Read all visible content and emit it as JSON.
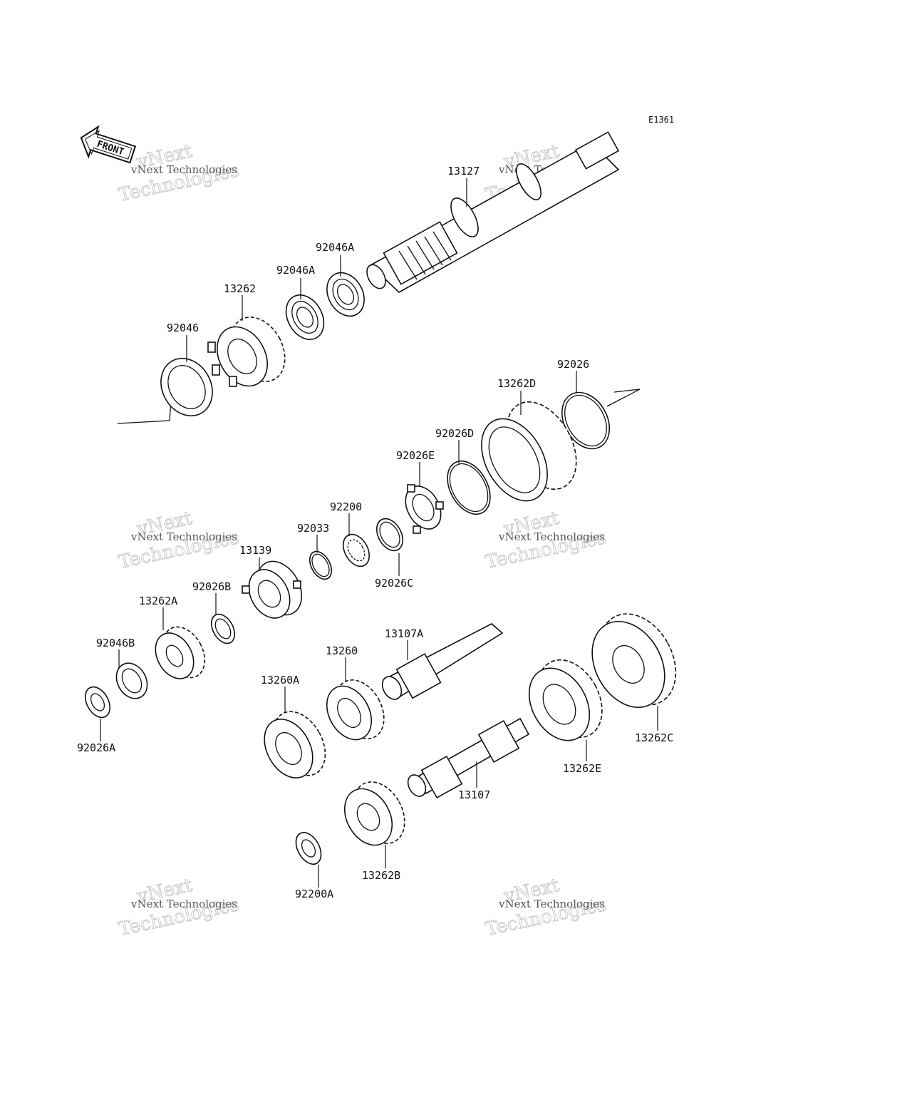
{
  "diagram_code": "E1361",
  "front_arrow_text": "FRONT",
  "watermark": {
    "line_small": "vNext Technologies",
    "line_big_1": "vNext",
    "line_big_2": "Technologies"
  },
  "parts": [
    {
      "id": "p13127",
      "label": "13127"
    },
    {
      "id": "p92046A_1",
      "label": "92046A"
    },
    {
      "id": "p92046A_2",
      "label": "92046A"
    },
    {
      "id": "p13262",
      "label": "13262"
    },
    {
      "id": "p92046",
      "label": "92046"
    },
    {
      "id": "p92026",
      "label": "92026"
    },
    {
      "id": "p13262D",
      "label": "13262D"
    },
    {
      "id": "p92026D",
      "label": "92026D"
    },
    {
      "id": "p92026E",
      "label": "92026E"
    },
    {
      "id": "p92200",
      "label": "92200"
    },
    {
      "id": "p92033",
      "label": "92033"
    },
    {
      "id": "p13139",
      "label": "13139"
    },
    {
      "id": "p92026C",
      "label": "92026C"
    },
    {
      "id": "p92026B",
      "label": "92026B"
    },
    {
      "id": "p13262A",
      "label": "13262A"
    },
    {
      "id": "p92046B",
      "label": "92046B"
    },
    {
      "id": "p92026A",
      "label": "92026A"
    },
    {
      "id": "p13107A",
      "label": "13107A"
    },
    {
      "id": "p13260",
      "label": "13260"
    },
    {
      "id": "p13260A",
      "label": "13260A"
    },
    {
      "id": "p13262E",
      "label": "13262E"
    },
    {
      "id": "p13262C",
      "label": "13262C"
    },
    {
      "id": "p13107",
      "label": "13107"
    },
    {
      "id": "p13262B",
      "label": "13262B"
    },
    {
      "id": "p92200A",
      "label": "92200A"
    }
  ]
}
